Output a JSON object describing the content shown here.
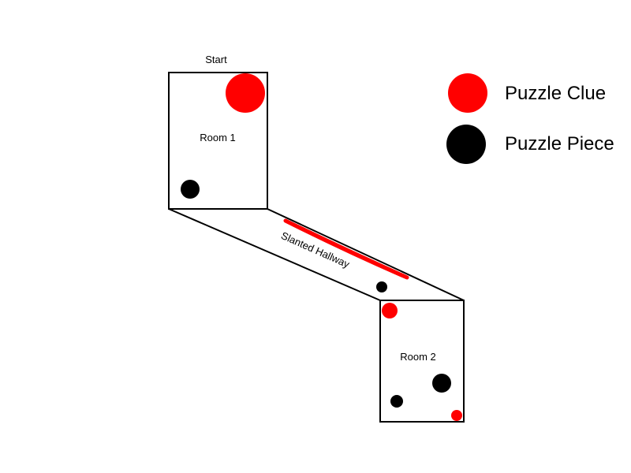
{
  "map": {
    "start_label": "Start",
    "room1_label": "Room 1",
    "room2_label": "Room 2",
    "hallway_label": "Slanted Hallway"
  },
  "legend": {
    "items": [
      {
        "label": "Puzzle Clue",
        "color": "#ff0000",
        "icon": "red-circle"
      },
      {
        "label": "Puzzle Piece",
        "color": "#000000",
        "icon": "black-circle"
      }
    ]
  },
  "colors": {
    "clue": "#ff0000",
    "piece": "#000000",
    "outline": "#000000",
    "background": "#ffffff"
  }
}
